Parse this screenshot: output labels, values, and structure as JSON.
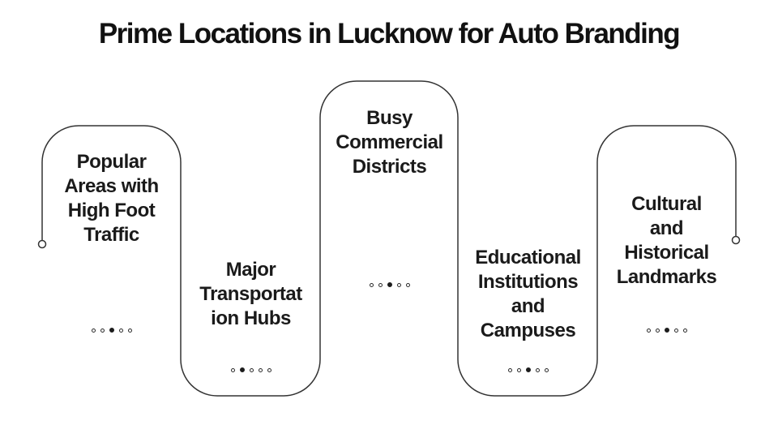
{
  "title": "Prime Locations in Lucknow for Auto Branding",
  "colors": {
    "background": "#ffffff",
    "text": "#1a1a1a",
    "stroke": "#333333"
  },
  "cards": [
    {
      "label": "Popular\nAreas with\nHigh Foot\nTraffic",
      "dots": {
        "count": 5,
        "active": 3
      }
    },
    {
      "label": "Major\nTransportat\nion Hubs",
      "dots": {
        "count": 5,
        "active": 2
      }
    },
    {
      "label": "Busy\nCommercial\nDistricts",
      "dots": {
        "count": 5,
        "active": 3
      }
    },
    {
      "label": "Educational\nInstitutions\nand\nCampuses",
      "dots": {
        "count": 5,
        "active": 3
      }
    },
    {
      "label": "Cultural\nand\nHistorical\nLandmarks",
      "dots": {
        "count": 5,
        "active": 3
      }
    }
  ]
}
